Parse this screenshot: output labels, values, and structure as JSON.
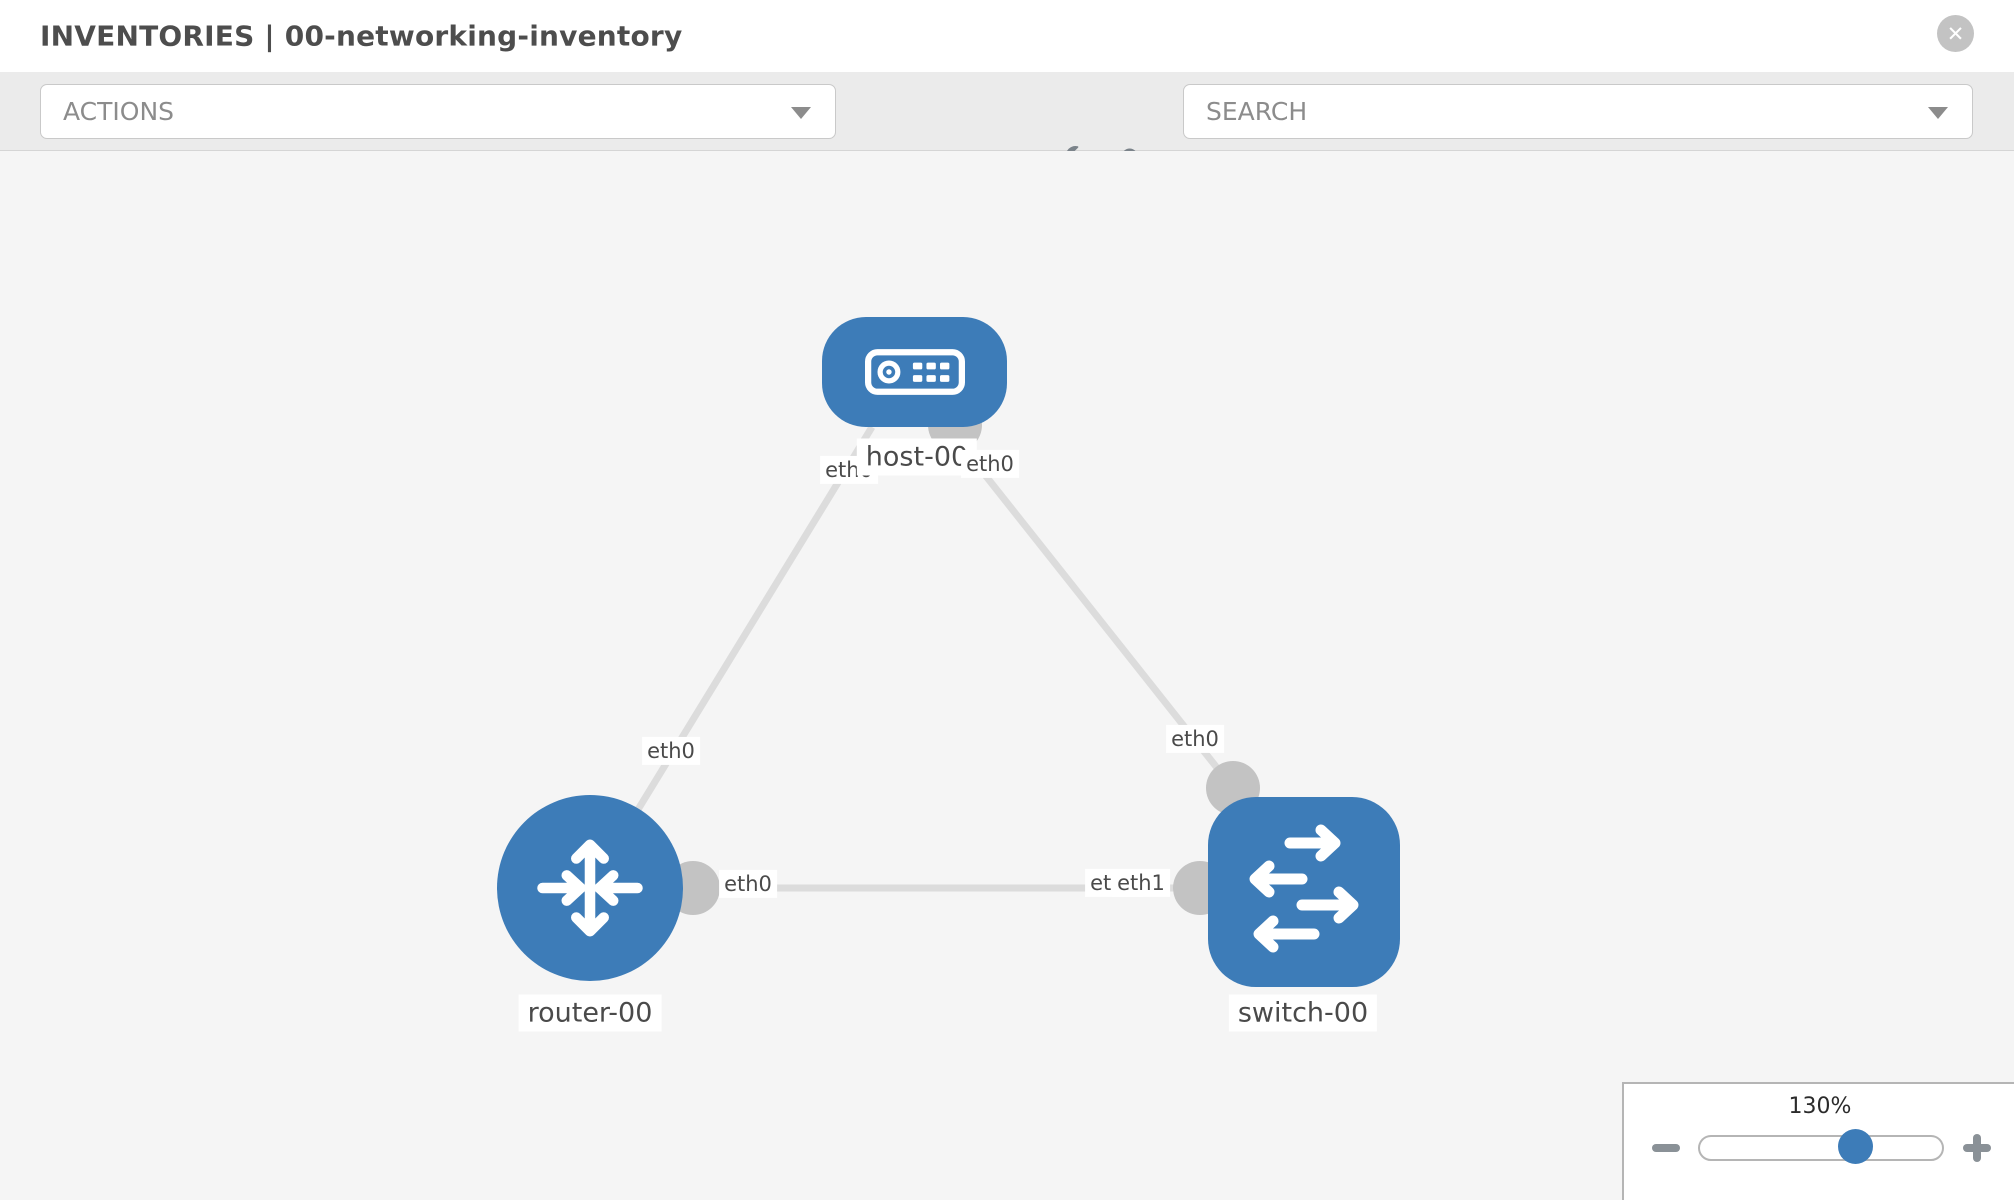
{
  "header": {
    "title": "INVENTORIES | 00-networking-inventory",
    "close_glyph": "✕"
  },
  "toolbar": {
    "actions": {
      "placeholder": "ACTIONS"
    },
    "search": {
      "placeholder": "SEARCH"
    },
    "icons": [
      "wrench-icon",
      "key-icon"
    ]
  },
  "topology": {
    "nodes": [
      {
        "label": "host-00",
        "type": "host",
        "shape": "rounded-rect",
        "icon": "server-icon"
      },
      {
        "label": "router-00",
        "type": "router",
        "shape": "circle",
        "icon": "router-arrows-icon"
      },
      {
        "label": "switch-00",
        "type": "switch",
        "shape": "rounded-square",
        "icon": "switch-arrows-icon"
      }
    ],
    "links": [
      {
        "from": "host-00",
        "to": "router-00",
        "from_interface": "eth0",
        "to_interface": "eth0"
      },
      {
        "from": "host-00",
        "to": "switch-00",
        "from_interface": "eth0",
        "to_interface": "eth0"
      },
      {
        "from": "router-00",
        "to": "switch-00",
        "from_interface": "eth0",
        "to_interfaces_overlapping": [
          "eth0",
          "eth1"
        ]
      }
    ],
    "labels": [
      {
        "id": "host-left-if",
        "text": "eth0"
      },
      {
        "id": "host-name",
        "text": "host-00"
      },
      {
        "id": "host-right-if",
        "text": "eth0"
      },
      {
        "id": "router-top-if",
        "text": "eth0"
      },
      {
        "id": "switch-top-if",
        "text": "eth0"
      },
      {
        "id": "mid-left-if",
        "text": "eth0"
      },
      {
        "id": "mid-under-if",
        "text": "eth0"
      },
      {
        "id": "mid-over-if",
        "text": "eth1"
      },
      {
        "id": "router-name",
        "text": "router-00"
      },
      {
        "id": "switch-name",
        "text": "switch-00"
      }
    ]
  },
  "zoom": {
    "level": "130%"
  },
  "icons": {
    "close": "x-circle-icon",
    "actions_caret": "caret-down-icon",
    "search_caret": "caret-down-icon",
    "zoom_out": "minus-icon",
    "zoom_in": "plus-icon"
  },
  "colors": {
    "node_blue": "#3d7cb8",
    "connector_gray": "#c3c3c3",
    "link_gray": "#dcdcdc",
    "toolbar_gray": "#ebebeb",
    "canvas_gray": "#f5f5f5"
  }
}
